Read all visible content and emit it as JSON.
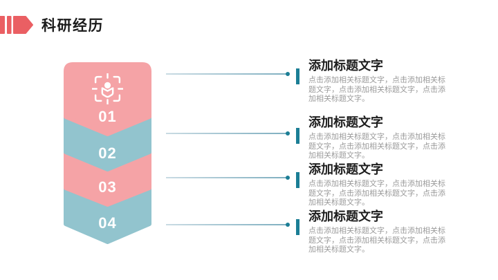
{
  "slide": {
    "header": {
      "title": "科研经历"
    },
    "colors": {
      "accent_red": "#ea5f63",
      "chevron_pink": "#f5a3a6",
      "chevron_teal": "#92c4ce",
      "connector_teal": "#1b7e95",
      "title_text": "#1b1b1b",
      "body_text": "#9b9b9b"
    },
    "icons": {
      "header_marker": "arrow-marker-icon",
      "stack_top": "scan-target-icon"
    },
    "chevrons": [
      {
        "number": "01"
      },
      {
        "number": "02"
      },
      {
        "number": "03"
      },
      {
        "number": "04"
      }
    ],
    "items": [
      {
        "title": "添加标题文字",
        "body": "点击添加相关标题文字，点击添加相关标题文字，点击添加相关标题文字，点击添加相关标题文字。"
      },
      {
        "title": "添加标题文字",
        "body": "点击添加相关标题文字，点击添加相关标题文字，点击添加相关标题文字，点击添加相关标题文字。"
      },
      {
        "title": "添加标题文字",
        "body": "点击添加相关标题文字，点击添加相关标题文字，点击添加相关标题文字，点击添加相关标题文字。"
      },
      {
        "title": "添加标题文字",
        "body": "点击添加相关标题文字，点击添加相关标题文字，点击添加相关标题文字，点击添加相关标题文字。"
      }
    ]
  }
}
